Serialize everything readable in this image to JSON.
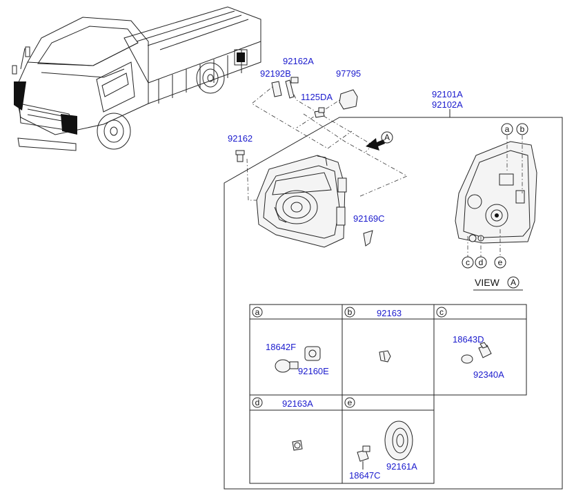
{
  "part_labels": {
    "p92162A": "92162A",
    "p92192B": "92192B",
    "p97795": "97795",
    "p1125DA": "1125DA",
    "p92101A": "92101A",
    "p92102A": "92102A",
    "p92162": "92162",
    "p92169C": "92169C"
  },
  "callouts": {
    "arrow_ref": "A",
    "view_text": "VIEW",
    "view_ref": "A",
    "a": "a",
    "b": "b",
    "c": "c",
    "d": "d",
    "e": "e"
  },
  "detail_table": {
    "cells": [
      {
        "letter": "a",
        "header_part": "",
        "parts": [
          "18642F",
          "92160E"
        ]
      },
      {
        "letter": "b",
        "header_part": "92163",
        "parts": []
      },
      {
        "letter": "c",
        "header_part": "",
        "parts": [
          "18643D",
          "92340A"
        ]
      },
      {
        "letter": "d",
        "header_part": "92163A",
        "parts": []
      },
      {
        "letter": "e",
        "header_part": "",
        "parts": [
          "18647C",
          "92161A"
        ]
      }
    ]
  }
}
